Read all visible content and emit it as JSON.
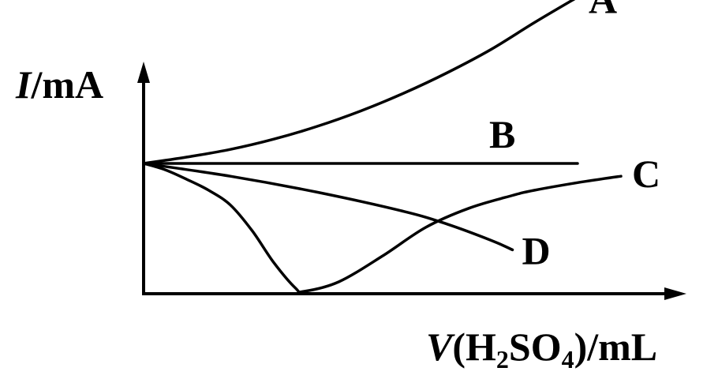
{
  "chart_data": {
    "type": "line",
    "ylabel": {
      "var": "I",
      "unit": "/mA"
    },
    "xlabel": {
      "var": "V",
      "open": "(H",
      "sub1": "2",
      "mid": "SO",
      "sub2": "4",
      "close": ")/mL"
    },
    "grid": false,
    "ticks": false,
    "series": [
      {
        "name": "A",
        "x": [
          0,
          1,
          2,
          3,
          4,
          5,
          6,
          7,
          8,
          9,
          10
        ],
        "y": [
          0,
          0.1,
          0.22,
          0.38,
          0.58,
          0.82,
          1.1,
          1.42,
          1.78,
          2.2,
          2.6
        ]
      },
      {
        "name": "B",
        "x": [
          0,
          10
        ],
        "y": [
          0,
          0
        ]
      },
      {
        "name": "C",
        "x": [
          0,
          0.5,
          1.0,
          1.5,
          2.0,
          2.5,
          3.0,
          3.5,
          3.7,
          4.5,
          5.5,
          6.5,
          7.5,
          8.5,
          9.0,
          10.0,
          11.0
        ],
        "y": [
          0,
          -0.1,
          -0.25,
          -0.42,
          -0.65,
          -1.05,
          -1.55,
          -1.95,
          -2.0,
          -1.85,
          -1.45,
          -1.0,
          -0.7,
          -0.5,
          -0.42,
          -0.3,
          -0.2
        ]
      },
      {
        "name": "D",
        "x": [
          0,
          2,
          4,
          6,
          7,
          8,
          8.5
        ],
        "y": [
          0,
          -0.2,
          -0.45,
          -0.75,
          -0.95,
          -1.2,
          -1.35
        ]
      }
    ]
  }
}
